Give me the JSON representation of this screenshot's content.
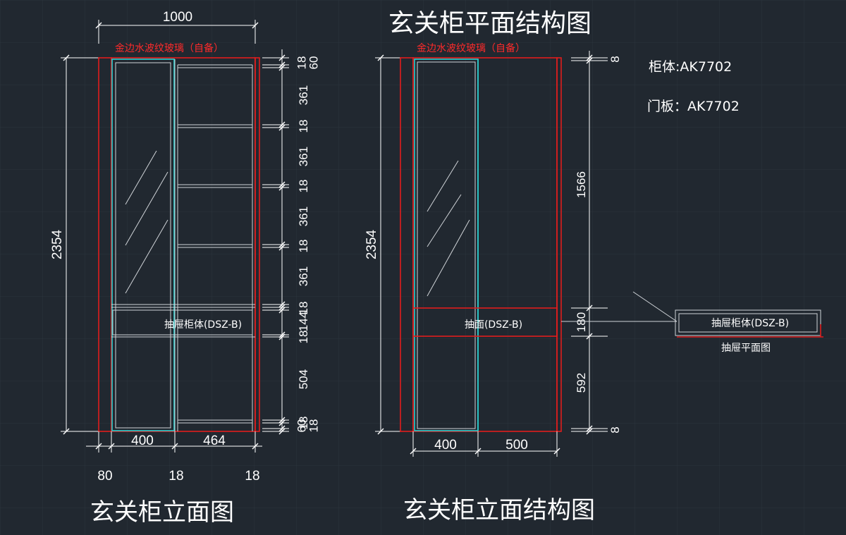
{
  "titles": {
    "plan": "玄关柜平面结构图",
    "left_elevation": "玄关柜立面图",
    "right_elevation": "玄关柜立面结构图",
    "drawer_plan": "抽屉平面图"
  },
  "materials": {
    "cabinet_body": "柜体:AK7702",
    "door_panel": "门板：AK7702"
  },
  "glass_note_left": "金边水波纹玻璃（自备）",
  "glass_note_right": "金边水波纹玻璃（自备）",
  "drawer_labels": {
    "left": "抽屉柜体(DSZ-B)",
    "right": "抽面(DSZ-B)",
    "plan": "抽屉柜体(DSZ-B)"
  },
  "left_elevation_dims": {
    "top_width": "1000",
    "height": "2354",
    "bottom_inner": [
      "400",
      "464"
    ],
    "bottom_edges": [
      "80",
      "18",
      "18"
    ],
    "right_stack": [
      "18",
      "361",
      "18",
      "361",
      "18",
      "361",
      "18",
      "361",
      "18",
      "144",
      "18",
      "504",
      "18",
      "18"
    ],
    "right_top_cluster": "18\n60",
    "right_bottom_cluster": "60\n18"
  },
  "right_elevation_dims": {
    "height": "2354",
    "bottom_widths": [
      "400",
      "500"
    ],
    "right_stack": [
      "8",
      "1566",
      "180",
      "592",
      "8"
    ]
  },
  "colors": {
    "background": "#212830",
    "cabinet_outline": "#e01d1d",
    "door_outline": "#2ad0d0",
    "lines": "#ffffff",
    "note_text": "#ff2a2a"
  }
}
